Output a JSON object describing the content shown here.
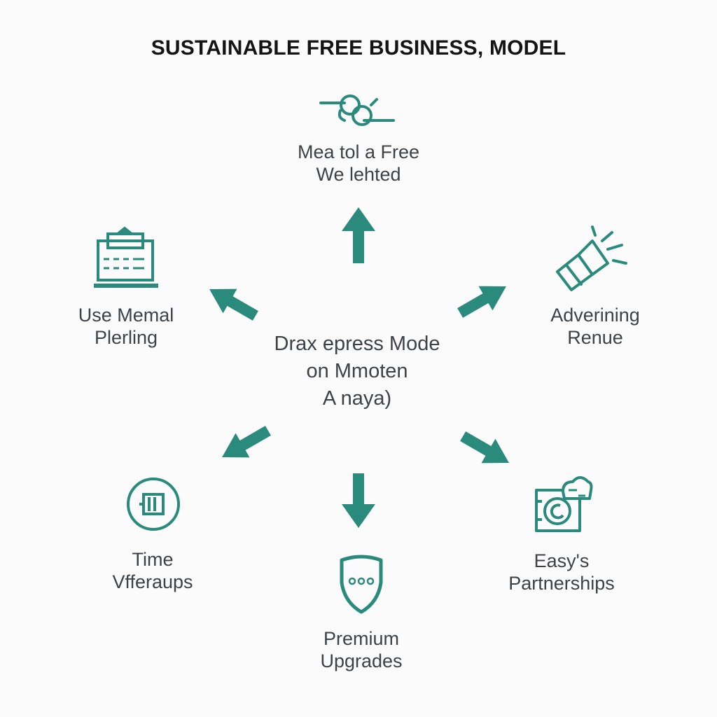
{
  "title": "SUSTAINABLE FREE BUSINESS, MODEL",
  "center": {
    "lines": [
      "Drax epress Mode",
      "on Mmoten",
      "A naya)"
    ]
  },
  "nodes": {
    "top": {
      "icon": "key-icon",
      "lines": [
        "Mea tol a Free",
        "We lehted"
      ]
    },
    "top_left": {
      "icon": "billing-device-icon",
      "lines": [
        "Use Memal",
        "Plerling"
      ]
    },
    "top_right": {
      "icon": "megaphone-icon",
      "lines": [
        "Adverining",
        "Renue"
      ]
    },
    "bottom_left": {
      "icon": "timer-icon",
      "lines": [
        "Time",
        "Vfferaups"
      ]
    },
    "bottom": {
      "icon": "shield-icon",
      "lines": [
        "Premium",
        "Upgrades"
      ]
    },
    "bottom_right": {
      "icon": "partnership-icon",
      "lines": [
        "Easy's",
        "Partnerships"
      ]
    }
  },
  "colors": {
    "accent": "#2a8a7c",
    "text": "#3d4247",
    "title": "#141414",
    "background": "#fbfbfb"
  }
}
